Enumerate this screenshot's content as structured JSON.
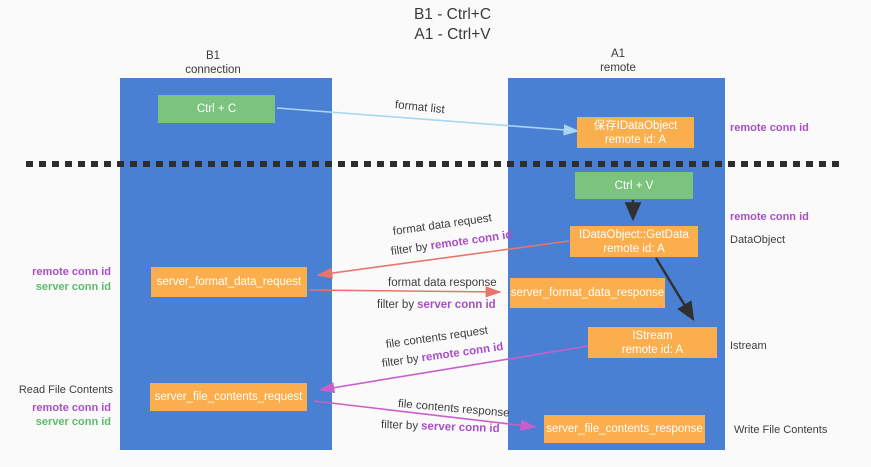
{
  "title": {
    "line1": "B1 - Ctrl+C",
    "line2": "A1 - Ctrl+V"
  },
  "columns": {
    "left": {
      "name": "B1",
      "role": "connection"
    },
    "right": {
      "name": "A1",
      "role": "remote"
    }
  },
  "nodes": {
    "ctrl_c": {
      "label": "Ctrl + C"
    },
    "ctrl_v": {
      "label": "Ctrl + V"
    },
    "save_dataobject": {
      "line1": "保存IDataObject",
      "line2": "remote id: A"
    },
    "getdata": {
      "line1": "IDataObject::GetData",
      "line2": "remote id: A"
    },
    "istream": {
      "line1": "IStream",
      "line2": "remote id: A"
    },
    "server_format_data_request": {
      "label": "server_format_data_request"
    },
    "server_format_data_response": {
      "label": "server_format_data_response"
    },
    "server_file_contents_request": {
      "label": "server_file_contents_request"
    },
    "server_file_contents_response": {
      "label": "server_file_contents_response"
    }
  },
  "flow_labels": {
    "format_list": "format list",
    "format_data_request": "format data request",
    "format_data_response": "format data response",
    "file_contents_request": "file contents request",
    "file_contents_response": "file contents response",
    "filter_by": "filter by",
    "remote_conn_id": "remote conn id",
    "server_conn_id": "server conn id"
  },
  "side_labels": {
    "right_top_remote_conn_id": "remote conn id",
    "right_mid_remote_conn_id": "remote conn id",
    "dataobject": "DataObject",
    "istream": "Istream",
    "write_file_contents": "Write File Contents",
    "left_remote_conn_id_top": "remote conn id",
    "left_server_conn_id_top": "server conn id",
    "read_file_contents": "Read File Contents",
    "left_remote_conn_id_bottom": "remote conn id",
    "left_server_conn_id_bottom": "server conn id"
  },
  "colors": {
    "column_blue": "#4a80d4",
    "node_orange": "#fbae4d",
    "node_green": "#7cc47e",
    "arrow_light_blue": "#a9d6f0",
    "arrow_red": "#e8756c",
    "arrow_magenta": "#cc5ec9",
    "arrow_black": "#303030",
    "text_purple": "#a94fc6",
    "text_green": "#5cba6c",
    "background": "#fafafa"
  }
}
